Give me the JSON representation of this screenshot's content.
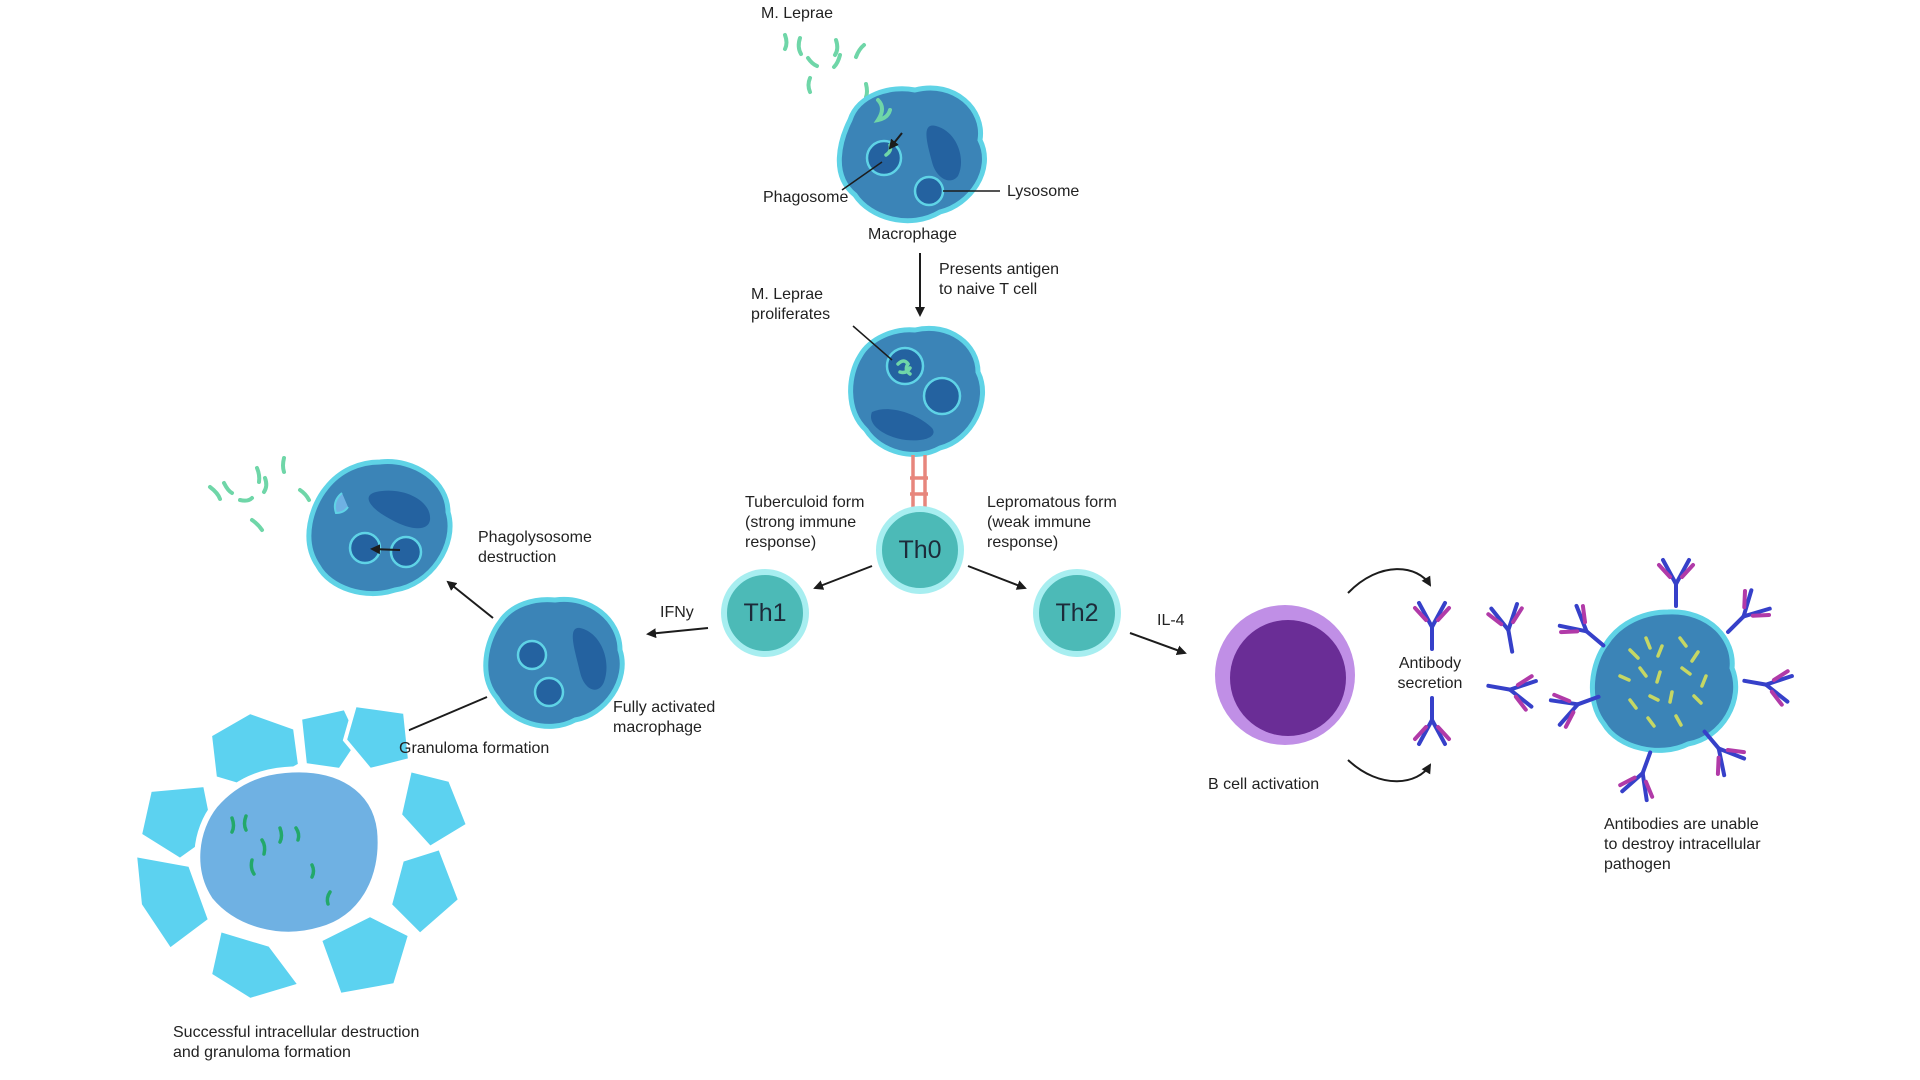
{
  "colors": {
    "cell_body": "#3b84b7",
    "cell_edge": "#5fd3e6",
    "cell_dark": "#2462a0",
    "bacteria": "#6fd6a8",
    "t_cell": "#4cbab7",
    "t_cell_ring": "#a7eef0",
    "b_cell_outer": "#c08fe6",
    "b_cell_inner": "#6a2d96",
    "antibody_blue": "#3640c9",
    "antibody_magenta": "#b13aa8",
    "granuloma": "#5cd2f0",
    "granuloma_core": "#6fb1e3",
    "arrow": "#1c1c1c",
    "receptor": "#e7867c"
  },
  "labels": {
    "m_leprae": "M. Leprae",
    "phagosome": "Phagosome",
    "lysosome": "Lysosome",
    "macrophage": "Macrophage",
    "presents_antigen": "Presents antigen\nto naive T cell",
    "proliferates": "M. Leprae\nproliferates",
    "tuberculoid": "Tuberculoid form\n(strong immune\nresponse)",
    "lepromatous": "Lepromatous form\n(weak immune\nresponse)",
    "th0": "Th0",
    "th1": "Th1",
    "th2": "Th2",
    "ifny": "IFNy",
    "il4": "IL-4",
    "phagolysosome": "Phagolysosome\ndestruction",
    "fully_activated": "Fully activated\nmacrophage",
    "granuloma": "Granuloma formation",
    "successful": "Successful intracellular destruction\nand granuloma formation",
    "b_cell": "B cell activation",
    "antibody_secretion": "Antibody\nsecretion",
    "unable": "Antibodies are unable\nto destroy intracellular\npathogen"
  }
}
